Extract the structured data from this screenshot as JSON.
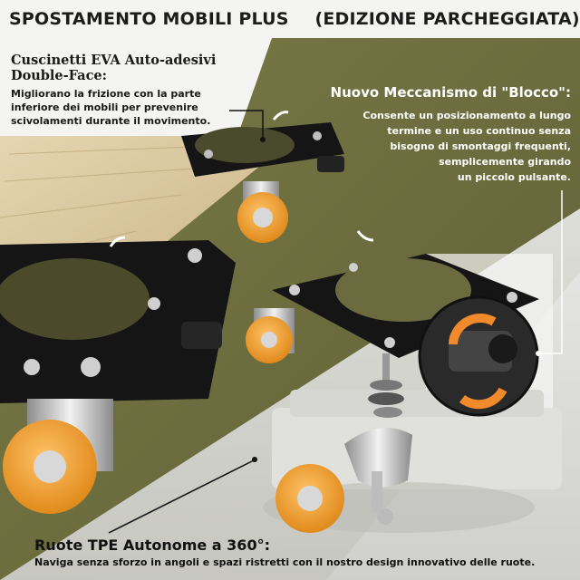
{
  "header": {
    "title_main": "SPOSTAMENTO MOBILI PLUS",
    "title_edition": "(EDIZIONE PARCHEGGIATA)"
  },
  "features": {
    "eva": {
      "heading_line1": "Cuscinetti EVA Auto-adesivi",
      "heading_line2": "Double-Face:",
      "desc_line1": "Migliorano la frizione con la parte",
      "desc_line2": "inferiore dei mobili per prevenire",
      "desc_line3": "scivolamenti durante il movimento."
    },
    "lock": {
      "heading": "Nuovo Meccanismo di \"Blocco\":",
      "desc_line1": "Consente un posizionamento a lungo",
      "desc_line2": "termine e un uso continuo senza",
      "desc_line3": "bisogno di smontaggi frequenti,",
      "desc_line4": "semplicemente girando",
      "desc_line5": "un piccolo pulsante."
    },
    "tpe": {
      "heading": "Ruote TPE Autonome a 360°:",
      "desc": "Naviga senza sforzo in angoli e spazi ristretti con il nostro design innovativo delle ruote."
    }
  },
  "colors": {
    "olive": "#6b6b3e",
    "wood": "#d6c29a",
    "wheel_orange": "#f0a030",
    "plate_black": "#151515",
    "lock_arrow": "#f08a2a"
  },
  "icons": {
    "arrow": "curved-arrow-icon",
    "rotate": "rotate-arrows-icon"
  }
}
